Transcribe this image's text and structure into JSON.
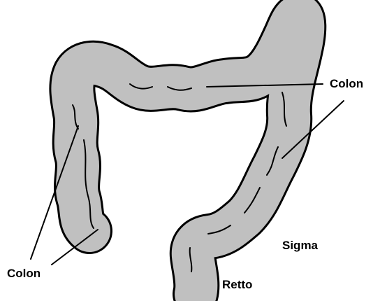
{
  "labels": {
    "colon_upper_right": "Colon",
    "colon_lower_left": "Colon",
    "sigma": "Sigma",
    "retto": "Retto"
  },
  "colors": {
    "organ_fill": "#c0c0c0",
    "outline": "#000000",
    "background": "#ffffff"
  }
}
